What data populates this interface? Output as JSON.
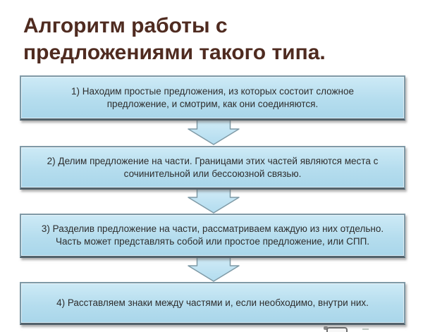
{
  "title": {
    "line1": "Алгоритм работы с",
    "line2": "предложениями такого типа."
  },
  "steps": [
    {
      "line1": "1) Находим простые предложения, из которых состоит сложное",
      "line2": "предложение, и смотрим, как они соединяются."
    },
    {
      "line1": "2) Делим предложение на части.  Границами этих частей являются места с",
      "line2": "сочинительной или бессоюзной связью."
    },
    {
      "line1": "3) Разделив предложение на части, рассматриваем каждую из них отдельно.",
      "line2": "Часть может представлять собой или простое предложение, или СПП."
    },
    {
      "line1": "4) Расставляем знаки  между частями и, если необходимо, внутри них.",
      "line2": ""
    }
  ],
  "icons": {
    "down_arrow": "down-arrow-icon",
    "bottom_partial": "partial-screen-icon"
  },
  "colors": {
    "title_text": "#4f2b20",
    "box_fill": "#b5ddee",
    "box_border": "#7f99a6",
    "box_border_bottom": "#53626b",
    "arrow_fill_top": "#d2ecf7",
    "arrow_fill_bottom": "#b2dcef",
    "body_text": "#2d2d2d",
    "background": "#ffffff"
  }
}
